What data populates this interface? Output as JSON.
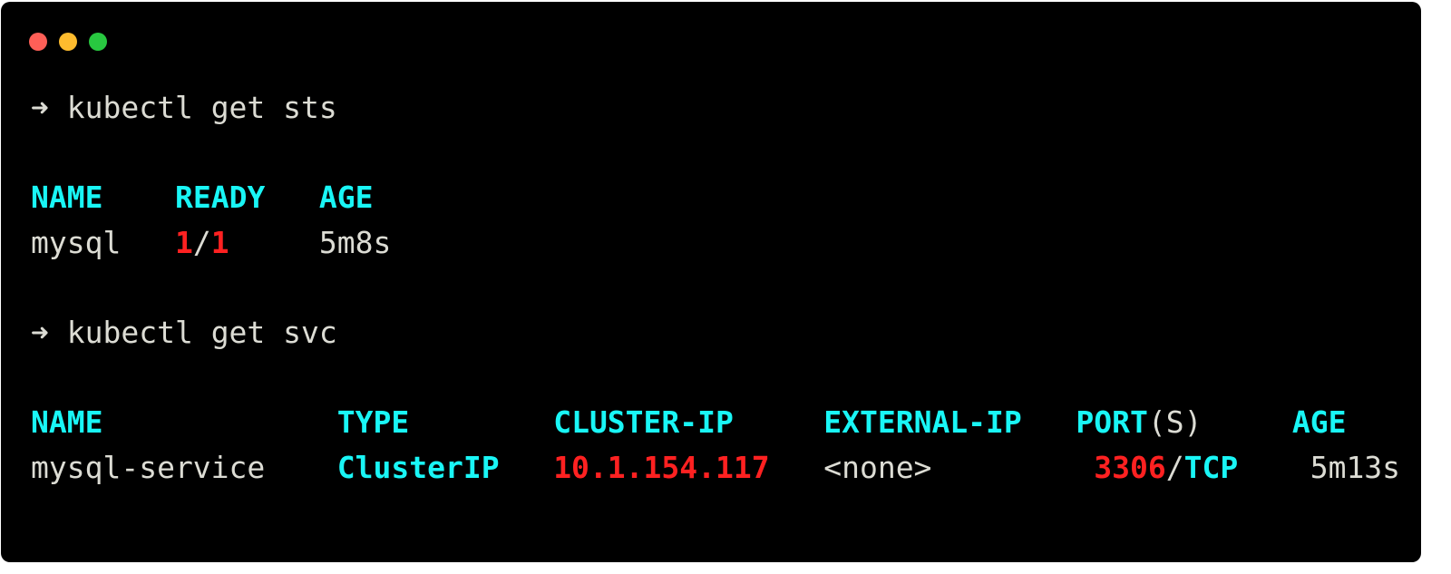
{
  "window": {
    "buttons": [
      {
        "name": "close",
        "color": "#fe5f57"
      },
      {
        "name": "minimize",
        "color": "#febc2e"
      },
      {
        "name": "maximize",
        "color": "#28c840"
      }
    ]
  },
  "colors": {
    "text": "#dcdcd4",
    "header": "#19f6f6",
    "highlight": "#ff2121",
    "background": "#000000"
  },
  "commands": [
    {
      "prompt": "➜",
      "command": "kubectl get sts"
    },
    {
      "prompt": "➜",
      "command": "kubectl get svc"
    }
  ],
  "sts": {
    "headers": [
      "NAME",
      "READY",
      "AGE"
    ],
    "rows": [
      {
        "name": "mysql",
        "ready_current": "1",
        "ready_sep": "/",
        "ready_total": "1",
        "age": "5m8s"
      }
    ]
  },
  "svc": {
    "headers": [
      "NAME",
      "TYPE",
      "CLUSTER-IP",
      "EXTERNAL-IP",
      "PORT",
      "(S)",
      "AGE"
    ],
    "rows": [
      {
        "name": "mysql-service",
        "type": "ClusterIP",
        "cluster_ip": "10.1.154.117",
        "external_ip": "<none>",
        "port": "3306",
        "port_sep": "/",
        "protocol": "TCP",
        "age": "5m13s"
      }
    ]
  }
}
